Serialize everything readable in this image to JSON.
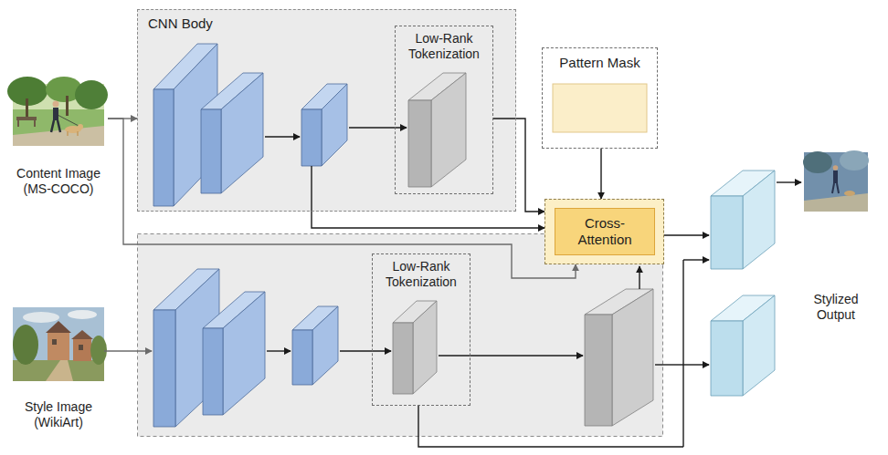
{
  "diagram": {
    "nodes": [
      {
        "text": [
          "Content Image (MS-COCO)"
        ]
      },
      {
        "text": [
          "CNN Body"
        ]
      },
      {
        "text": [
          "Low-Rank Tokenization"
        ],
        "in": 1
      },
      {
        "text": [
          "Pattern Mask"
        ]
      },
      {
        "text": [
          "Cross-Attention"
        ]
      },
      {
        "text": [
          "Style Image (WikiArt)"
        ]
      },
      {
        "text": [
          "Low-Rank Tokenization"
        ]
      },
      {
        "text": [
          "Stylized Output"
        ]
      }
    ],
    "edges": [
      {
        "from": 0,
        "to": 1,
        "arrow": "to"
      },
      {
        "from": 0,
        "to": 4,
        "arrow": "to"
      },
      {
        "from": 2,
        "to": 4,
        "arrow": "to"
      },
      {
        "from": 3,
        "to": 4,
        "arrow": "to"
      },
      {
        "from": 1,
        "to": 4,
        "arrow": "to"
      }
    ]
  }
}
